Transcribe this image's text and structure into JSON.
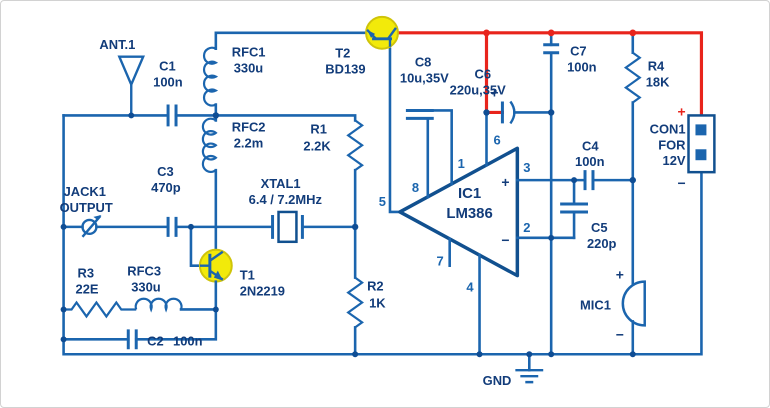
{
  "components": {
    "ant1": {
      "name": "ANT.1"
    },
    "c1": {
      "name": "C1",
      "value": "100n"
    },
    "rfc1": {
      "name": "RFC1",
      "value": "330u"
    },
    "rfc2": {
      "name": "RFC2",
      "value": "2.2m"
    },
    "r1": {
      "name": "R1",
      "value": "2.2K"
    },
    "t2": {
      "name": "T2",
      "value": "BD139"
    },
    "c8": {
      "name": "C8",
      "value": "10u,35V"
    },
    "c6": {
      "name": "C6",
      "value": "220u,35V"
    },
    "c7": {
      "name": "C7",
      "value": "100n"
    },
    "r4": {
      "name": "R4",
      "value": "18K"
    },
    "con1": {
      "l1": "CON1",
      "l2": "FOR",
      "l3": "12V"
    },
    "jack1": {
      "l1": "JACK1",
      "l2": "OUTPUT"
    },
    "c3": {
      "name": "C3",
      "value": "470p"
    },
    "xtal1": {
      "name": "XTAL1",
      "value": "6.4 / 7.2MHz"
    },
    "ic1": {
      "name": "IC1",
      "value": "LM386"
    },
    "c4": {
      "name": "C4",
      "value": "100n"
    },
    "c5": {
      "name": "C5",
      "value": "220p"
    },
    "r3": {
      "name": "R3",
      "value": "22E"
    },
    "rfc3": {
      "name": "RFC3",
      "value": "330u"
    },
    "t1": {
      "name": "T1",
      "value": "2N2219"
    },
    "r2": {
      "name": "R2",
      "value": "1K"
    },
    "c2": {
      "name": "C2",
      "value": "100n"
    },
    "mic1": {
      "name": "MIC1"
    },
    "gnd": {
      "label": "GND"
    }
  },
  "pins": {
    "p1": "1",
    "p2": "2",
    "p3": "3",
    "p4": "4",
    "p5": "5",
    "p6": "6",
    "p7": "7",
    "p8": "8"
  },
  "polarity": {
    "plus": "+",
    "minus": "−"
  },
  "colors": {
    "wire": "#1b65ae",
    "power_rail": "#e8241c",
    "label_text": "#123c7a",
    "ic_outline": "#11508f",
    "transistor_fill": "#f2ea0a"
  }
}
